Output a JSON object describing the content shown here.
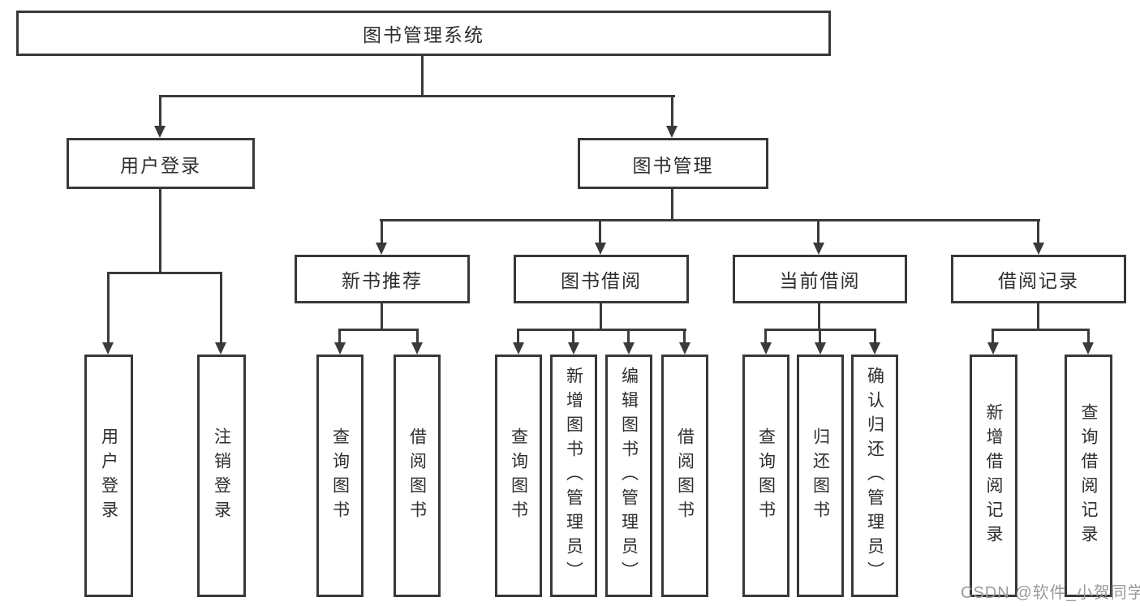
{
  "tree": {
    "root": {
      "label": "图书管理系统"
    },
    "branches": [
      {
        "label": "用户登录",
        "leaves": [
          {
            "label": "用户登录"
          },
          {
            "label": "注销登录"
          }
        ]
      },
      {
        "label": "图书管理",
        "groups": [
          {
            "label": "新书推荐",
            "leaves": [
              {
                "label": "查询图书"
              },
              {
                "label": "借阅图书"
              }
            ]
          },
          {
            "label": "图书借阅",
            "leaves": [
              {
                "label": "查询图书"
              },
              {
                "label": "新增图书（管理员）"
              },
              {
                "label": "编辑图书（管理员）"
              },
              {
                "label": "借阅图书"
              }
            ]
          },
          {
            "label": "当前借阅",
            "leaves": [
              {
                "label": "查询图书"
              },
              {
                "label": "归还图书"
              },
              {
                "label": "确认归还（管理员）"
              }
            ]
          },
          {
            "label": "借阅记录",
            "leaves": [
              {
                "label": "新增借阅记录"
              },
              {
                "label": "查询借阅记录"
              }
            ]
          }
        ]
      }
    ]
  },
  "watermark": {
    "text": "CSDN @软件_小贺同学"
  },
  "colors": {
    "line": "#3a3a3a",
    "border": "#383838",
    "text": "#2e2e2e",
    "watermark": "#999999",
    "background": "#ffffff"
  }
}
